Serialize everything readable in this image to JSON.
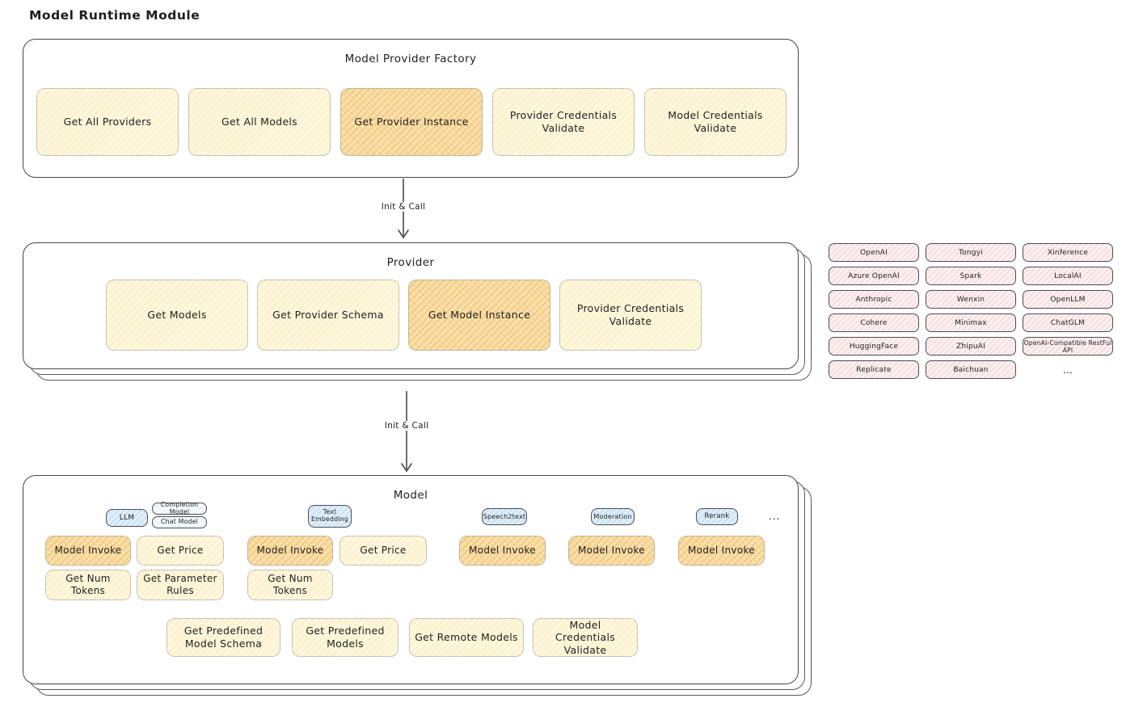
{
  "page_title": "Model Runtime Module",
  "colors": {
    "node_fill": "#fdf7de",
    "highlight_fill": "#f9e1b0",
    "provider_fill": "#fcf0f0",
    "type_tag_fill": "#e0eff9",
    "border": "#46464d"
  },
  "arrows": {
    "init_call_1": "Init & Call",
    "init_call_2": "Init & Call"
  },
  "factory": {
    "title": "Model Provider Factory",
    "functions": [
      {
        "label": "Get All Providers",
        "highlight": false
      },
      {
        "label": "Get All Models",
        "highlight": false
      },
      {
        "label": "Get Provider Instance",
        "highlight": true
      },
      {
        "label": "Provider Credentials Validate",
        "highlight": false
      },
      {
        "label": "Model Credentials Validate",
        "highlight": false
      }
    ]
  },
  "provider": {
    "title": "Provider",
    "functions": [
      {
        "label": "Get Models",
        "highlight": false
      },
      {
        "label": "Get Provider Schema",
        "highlight": false
      },
      {
        "label": "Get Model Instance",
        "highlight": true
      },
      {
        "label": "Provider Credentials Validate",
        "highlight": false
      }
    ]
  },
  "providers_list": {
    "items": [
      "OpenAI",
      "Tongyi",
      "Xinference",
      "Azure OpenAI",
      "Spark",
      "LocalAI",
      "Anthropic",
      "Wenxin",
      "OpenLLM",
      "Cohere",
      "Minimax",
      "ChatGLM",
      "HuggingFace",
      "ZhipuAI",
      "OpenAI-Compatible RestFul API",
      "Replicate",
      "Baichuan"
    ],
    "more": "..."
  },
  "model": {
    "title": "Model",
    "type_tags": {
      "llm": "LLM",
      "completion_model": "Completion Model",
      "chat_model": "Chat Model",
      "text_embedding": "Text Embedding",
      "speech2text": "Speech2text",
      "moderation": "Moderation",
      "rerank": "Rerank",
      "more": "..."
    },
    "functions": {
      "model_invoke": "Model Invoke",
      "get_price": "Get Price",
      "get_num_tokens": "Get Num Tokens",
      "get_parameter_rules": "Get Parameter Rules",
      "get_predefined_model_schema": "Get Predefined Model Schema",
      "get_predefined_models": "Get Predefined Models",
      "get_remote_models": "Get Remote Models",
      "model_credentials_validate": "Model Credentials Validate"
    }
  }
}
